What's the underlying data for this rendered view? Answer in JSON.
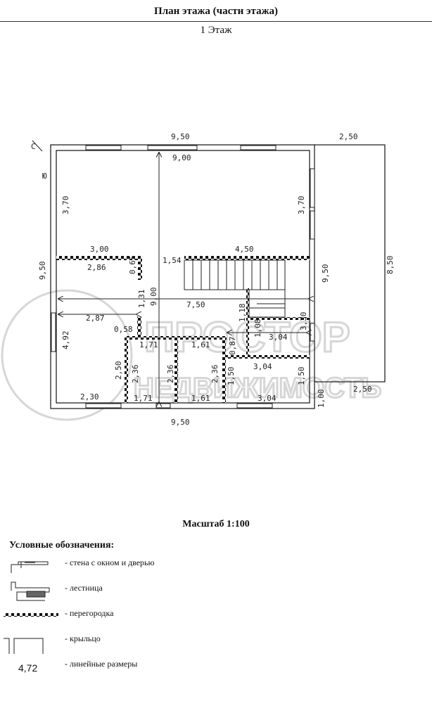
{
  "header": {
    "title": "План этажа (части этажа)",
    "floor": "1 Этаж"
  },
  "compass": {
    "north": "С",
    "south": "Ю"
  },
  "plan": {
    "dims": [
      "9,50",
      "9,00",
      "2,50",
      "3,70",
      "3,70",
      "9,50",
      "9,50",
      "8,50",
      "3,00",
      "2,86",
      "0,65",
      "1,54",
      "4,50",
      "9,00",
      "1,31",
      "7,50",
      "1,18",
      "3,30",
      "2,87",
      "0,58",
      "4,92",
      "1,71",
      "1,61",
      "0,87",
      "1,08",
      "3,04",
      "2,50",
      "2,36",
      "2,36",
      "2,36",
      "1,50",
      "3,04",
      "1,50",
      "1,00",
      "2,50",
      "2,30",
      "1,71",
      "1,61",
      "3,04",
      "9,50"
    ]
  },
  "watermark": {
    "line1": "ПРОСТОР",
    "line2": "НЕДВИЖИМОСТЬ"
  },
  "scale": "Масштаб 1:100",
  "legend": {
    "title": "Условные обозначения:",
    "items": [
      "- стена с  окном и дверью",
      "- лестница",
      "- перегородка",
      "- крыльцо",
      "- линейные размеры"
    ],
    "sample_dimension": "4,72"
  }
}
